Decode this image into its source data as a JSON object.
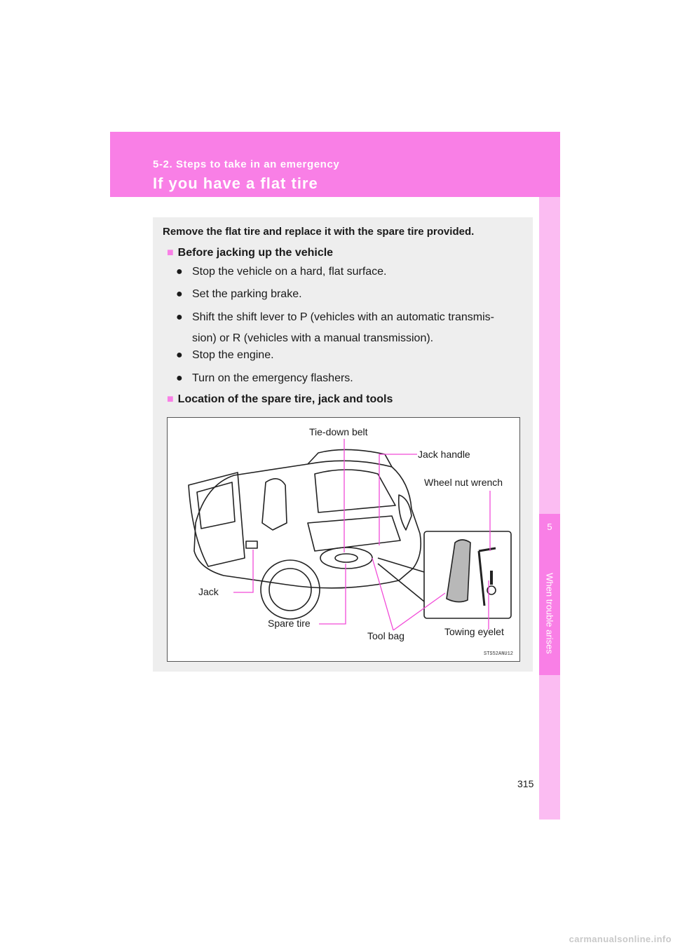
{
  "header": {
    "section": "5-2. Steps to take in an emergency",
    "title": "If you have a flat tire"
  },
  "sidebar": {
    "chapter_number": "5",
    "chapter_title": "When trouble arises"
  },
  "content": {
    "intro": "Remove the flat tire and replace it with the spare tire provided.",
    "section1": {
      "heading": "Before jacking up the vehicle",
      "bullets": [
        "Stop the vehicle on a hard, flat surface.",
        "Set the parking brake.",
        "Shift the shift lever to P (vehicles with an automatic transmis- sion) or R (vehicles with a manual transmission).",
        "Stop the engine.",
        "Turn on the emergency flashers."
      ]
    },
    "section2": {
      "heading": "Location of the spare tire, jack and tools"
    }
  },
  "illustration": {
    "labels": {
      "tie_down_belt": "Tie-down belt",
      "jack_handle": "Jack handle",
      "wheel_nut_wrench": "Wheel nut wrench",
      "jack": "Jack",
      "spare_tire": "Spare tire",
      "tool_bag": "Tool bag",
      "towing_eyelet": "Towing eyelet"
    },
    "figure_code": "STS52ANU12",
    "leader_color": "#f24bd8"
  },
  "footer": {
    "page_number": "315",
    "watermark": "carmanualsonline.info"
  }
}
